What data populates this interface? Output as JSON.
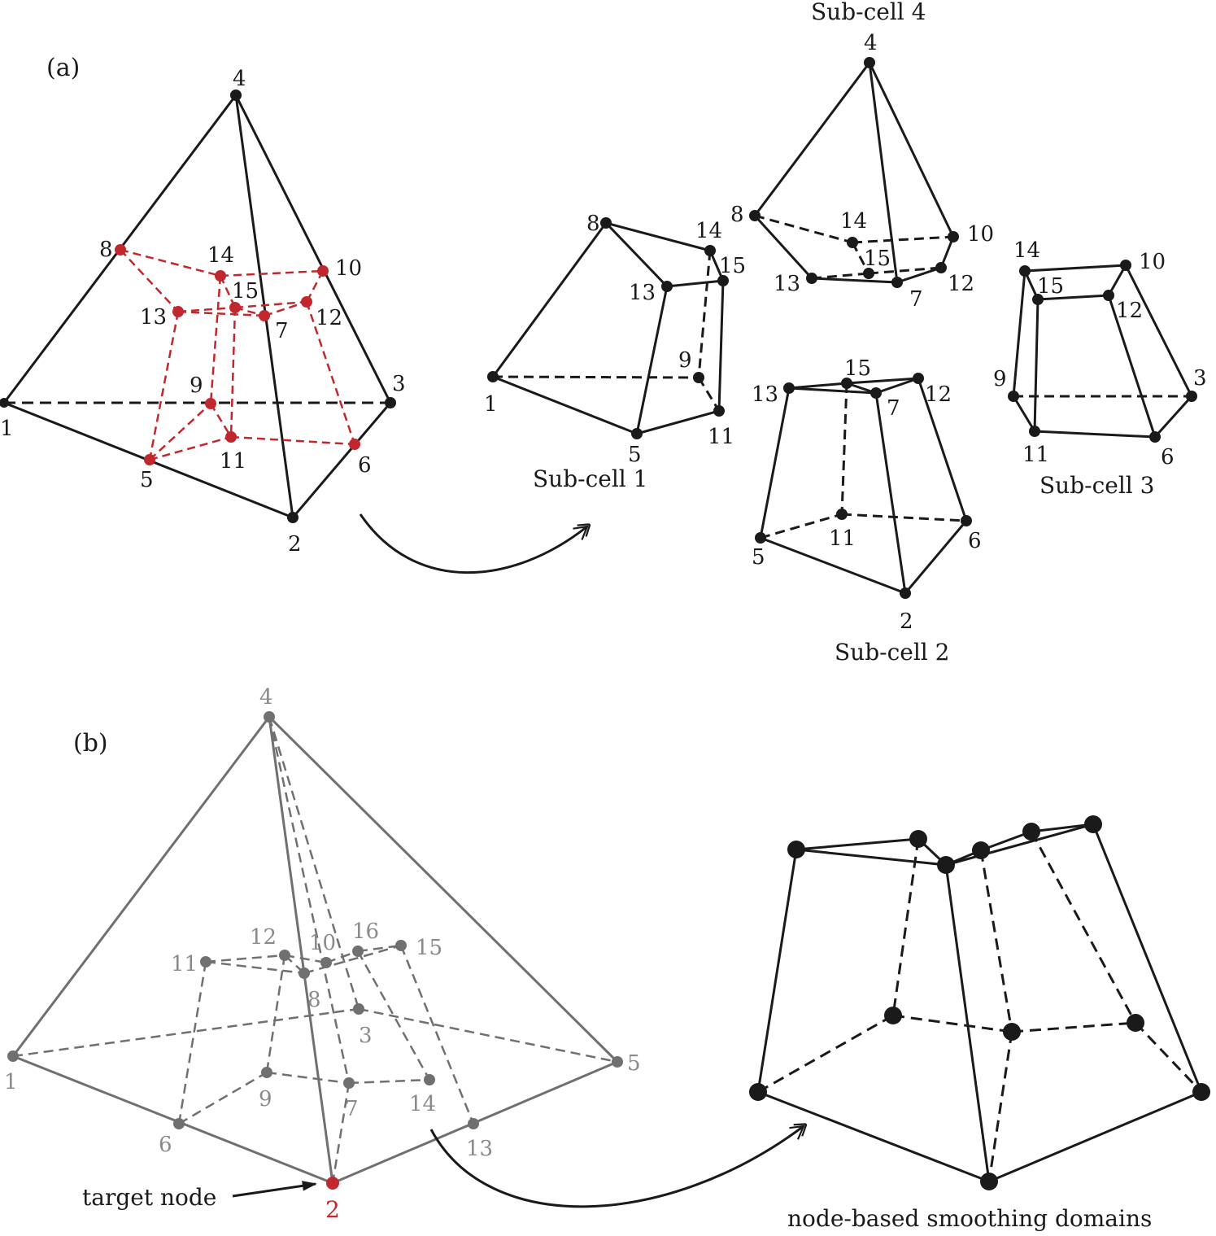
{
  "panels": {
    "a": "(a)",
    "b": "(b)"
  },
  "colors": {
    "black": "#1a1a1a",
    "red": "#c0282d",
    "gray": "#707070",
    "gray_label": "#8a8a8a"
  },
  "captions": {
    "sub1": "Sub-cell 1",
    "sub2": "Sub-cell 2",
    "sub3": "Sub-cell 3",
    "sub4": "Sub-cell 4",
    "target_node": "target node",
    "smoothing": "node-based smoothing domains"
  },
  "node_labels": {
    "n1": "1",
    "n2": "2",
    "n3": "3",
    "n4": "4",
    "n5": "5",
    "n6": "6",
    "n7": "7",
    "n8": "8",
    "n9": "9",
    "n10": "10",
    "n11": "11",
    "n12": "12",
    "n13": "13",
    "n14": "14",
    "n15": "15",
    "n16": "16"
  }
}
